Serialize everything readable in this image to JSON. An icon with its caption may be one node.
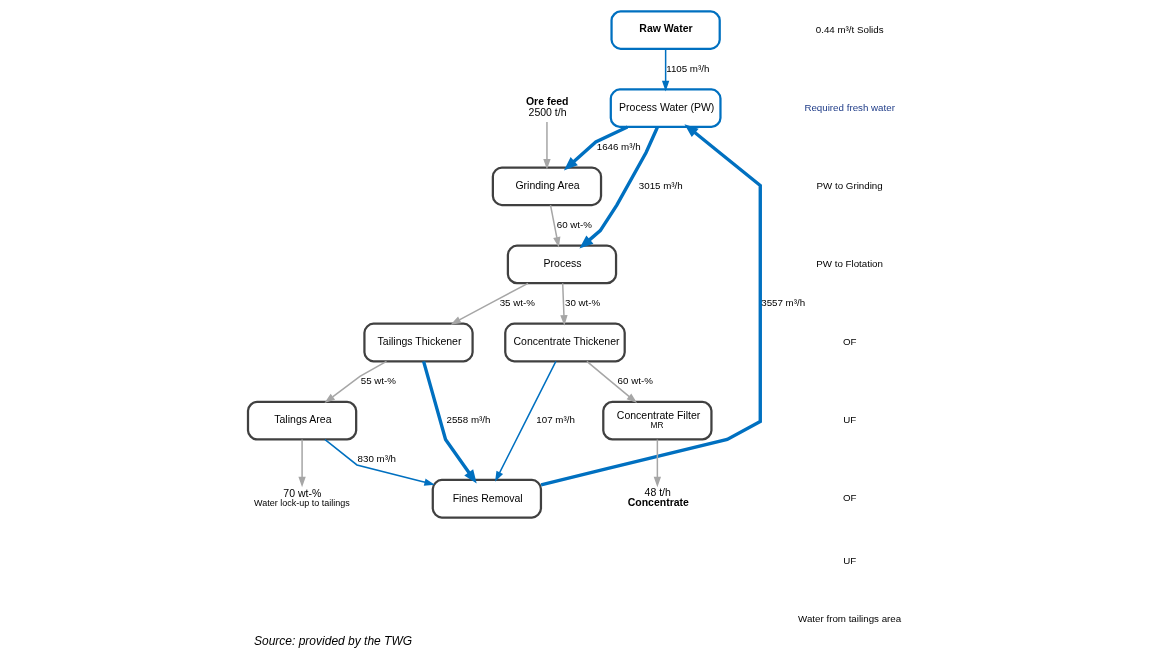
{
  "diagram": {
    "caption": "Source: provided by the TWG",
    "nodes": [
      {
        "text": [
          "Raw Water"
        ]
      },
      {
        "text": [
          "Process Water (PW)"
        ]
      },
      {
        "text": [
          "Grinding Area"
        ]
      },
      {
        "text": [
          "Process"
        ]
      },
      {
        "text": [
          "Tailings Thickener"
        ]
      },
      {
        "text": [
          "Fines Removal"
        ]
      },
      {
        "text": [
          "Concentrate Thickener"
        ]
      },
      {
        "text": [
          "Talings Area"
        ]
      },
      {
        "text": [
          "Concentrate Filter",
          "MR"
        ]
      },
      {
        "text": [
          "Ore feed",
          "2500 t/h"
        ]
      },
      {
        "text": [
          "70 wt-%",
          "Water lock-up to tailings"
        ]
      },
      {
        "text": [
          "48 t/h",
          "Concentrate"
        ]
      }
    ],
    "edges": [
      {
        "from": 9,
        "to": 2,
        "arrow": "to"
      },
      {
        "from": 0,
        "to": 1,
        "arrow": "to",
        "label": "1105 m³/h",
        "color": "#0070c0"
      },
      {
        "from": 1,
        "to": 2,
        "arrow": "to",
        "label": "1646 m³/h",
        "style": "thick",
        "color": "#0070c0"
      },
      {
        "from": 1,
        "to": 3,
        "arrow": "to",
        "label": "3015 m³/h",
        "style": "thick",
        "color": "#0070c0"
      },
      {
        "from": 2,
        "to": 3,
        "arrow": "to",
        "label": "60 wt-%"
      },
      {
        "from": 3,
        "to": 4,
        "arrow": "to",
        "label": "35 wt-%"
      },
      {
        "from": 4,
        "to": 5,
        "arrow": "to",
        "label": "2558 m³/h",
        "style": "thick",
        "color": "#0070c0"
      },
      {
        "from": 5,
        "to": 1,
        "arrow": "to",
        "label": "3557 m³/h",
        "style": "thick",
        "color": "#0070c0"
      },
      {
        "from": 3,
        "to": 6,
        "arrow": "to",
        "label": "30 wt-%"
      },
      {
        "from": 4,
        "to": 7,
        "arrow": "to",
        "label": "55 wt-%"
      },
      {
        "from": 6,
        "to": 5,
        "arrow": "to",
        "label": "107 m³/h",
        "color": "#0070c0"
      },
      {
        "from": 6,
        "to": 8,
        "arrow": "to",
        "label": "60 wt-%"
      },
      {
        "from": 7,
        "to": 5,
        "arrow": "to",
        "label": "830 m³/h",
        "color": "#0070c0"
      },
      {
        "from": 7,
        "to": 10,
        "arrow": "to"
      },
      {
        "from": 8,
        "to": 11,
        "arrow": "to"
      }
    ],
    "labels": [
      "0.44 m³/t Solids",
      "Required fresh water",
      "PW to Grinding",
      "PW to Flotation",
      "OF",
      "UF",
      "OF",
      "UF",
      "Water from tailings area"
    ]
  }
}
